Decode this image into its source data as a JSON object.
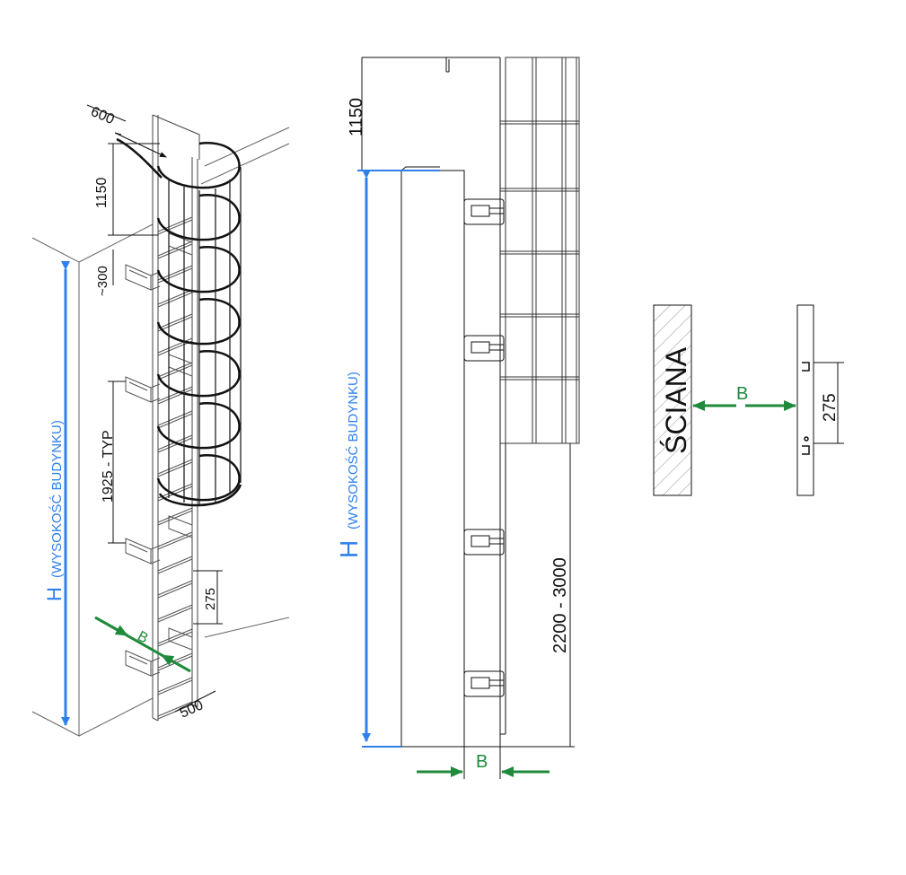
{
  "colors": {
    "height_marker": "#2f80ed",
    "wall_gap_marker": "#1f8a3b",
    "line": "#111111"
  },
  "iso_view": {
    "dim_cage_width": "600",
    "dim_top_extension": "1150",
    "dim_cage_offset": "~300",
    "dim_bracket_spacing": "1925 - TYP",
    "dim_rung_spacing": "275",
    "dim_ladder_width": "500",
    "gap_label": "B",
    "height_label": "H",
    "height_note": "(WYSOKOŚĆ BUDYNKU)"
  },
  "side_view": {
    "dim_top_extension": "1150",
    "height_label": "H",
    "height_note": "(WYSOKOŚĆ BUDYNKU)",
    "dim_cage_start": "2200 - 3000",
    "gap_label": "B"
  },
  "detail_view": {
    "wall_label": "ŚCIANA",
    "gap_label": "B",
    "dim_rung_spacing": "275"
  }
}
